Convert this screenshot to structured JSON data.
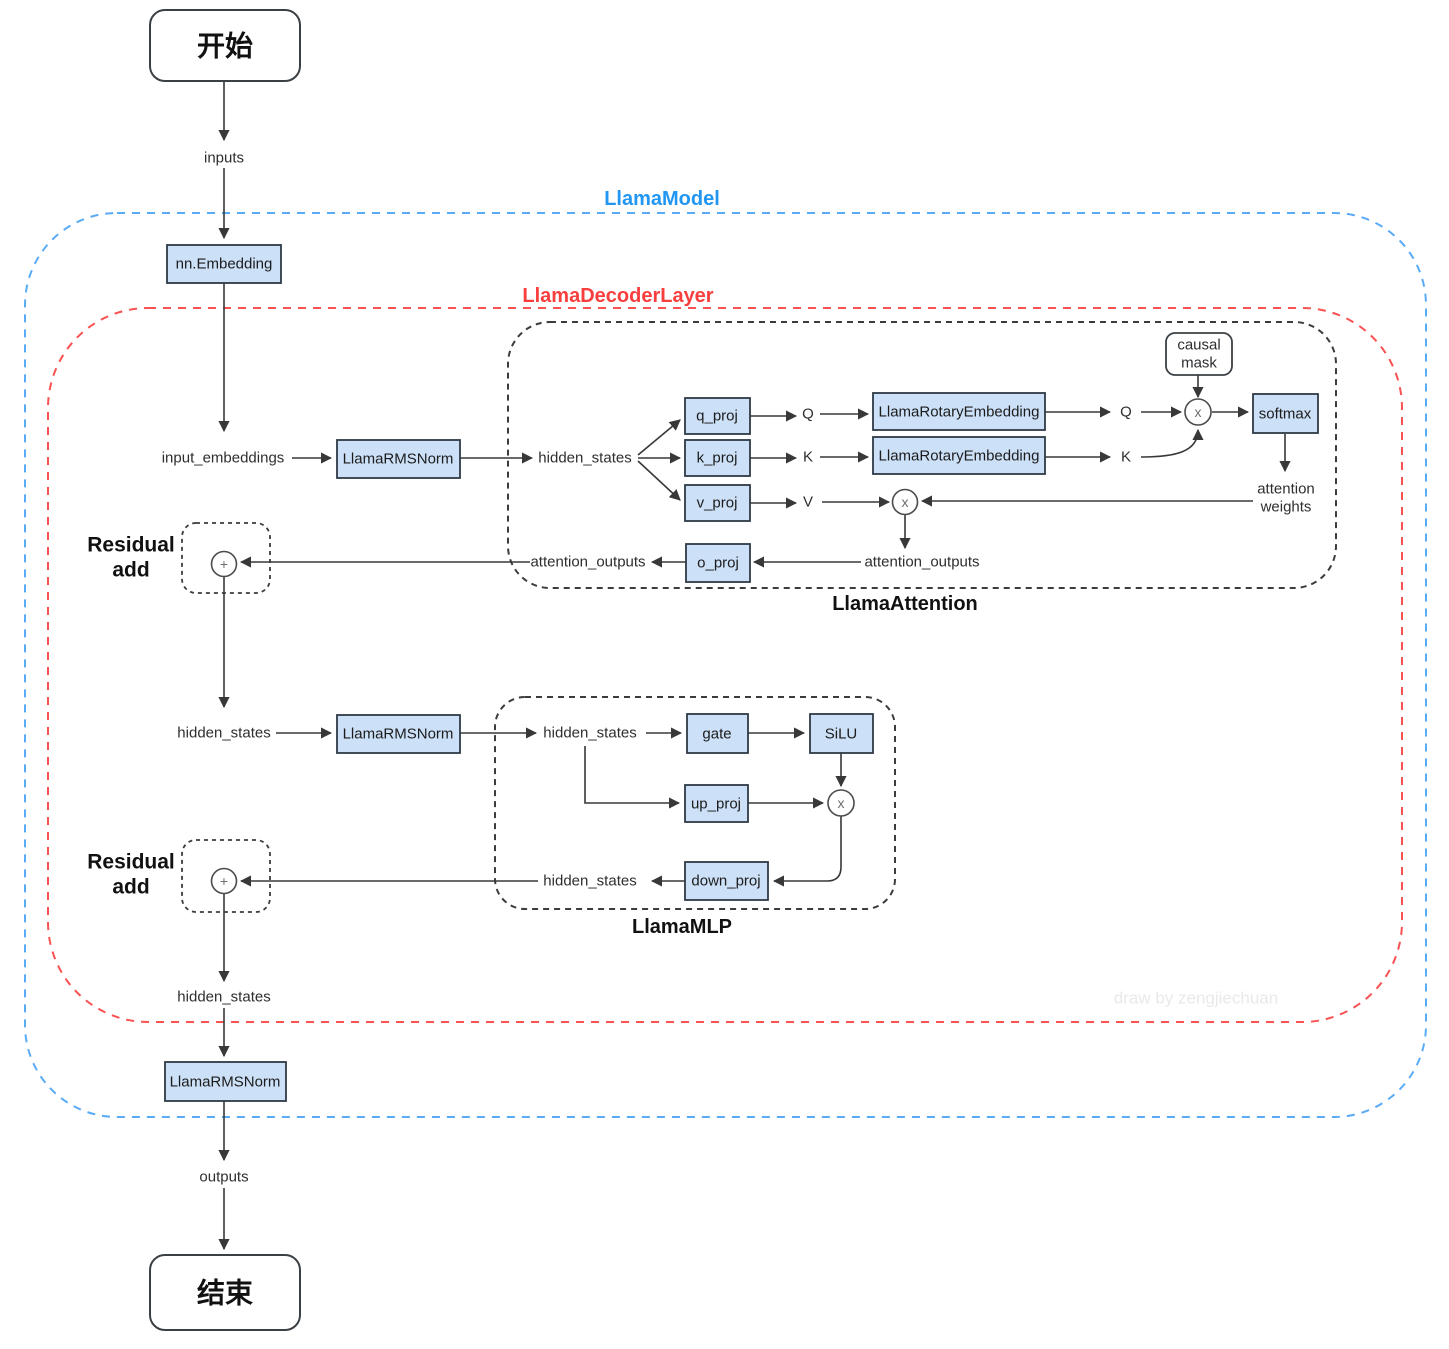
{
  "watermark": "draw by zengjiechuan",
  "colors": {
    "node_fill": "#cce0f7",
    "node_stroke": "#2e3a46",
    "model_border": "#5aabf5",
    "model_title": "#2196f3",
    "decoder_border": "#fa5252",
    "decoder_title": "#f93e3e",
    "attention_border": "#3c3c3c",
    "arrow": "#383838"
  },
  "containers": {
    "model": "LlamaModel",
    "decoder": "LlamaDecoderLayer",
    "attention": "LlamaAttention",
    "mlp": "LlamaMLP"
  },
  "terminals": {
    "start": "开始",
    "end": "结束"
  },
  "nodes": {
    "embedding": "nn.Embedding",
    "rmsnorm": "LlamaRMSNorm",
    "q_proj": "q_proj",
    "k_proj": "k_proj",
    "v_proj": "v_proj",
    "o_proj": "o_proj",
    "rotary": "LlamaRotaryEmbedding",
    "softmax": "softmax",
    "gate": "gate",
    "silu": "SiLU",
    "up_proj": "up_proj",
    "down_proj": "down_proj"
  },
  "causal_mask": {
    "line1": "causal",
    "line2": "mask"
  },
  "flow": {
    "inputs": "inputs",
    "outputs": "outputs",
    "input_embeddings": "input_embeddings",
    "hidden_states": "hidden_states",
    "attention_outputs": "attention_outputs",
    "q": "Q",
    "k": "K",
    "v": "V"
  },
  "attention_weights": {
    "line1": "attention",
    "line2": "weights"
  },
  "residual": {
    "line1": "Residual",
    "line2": "add"
  },
  "operators": {
    "add": "+",
    "multiply": "x"
  }
}
